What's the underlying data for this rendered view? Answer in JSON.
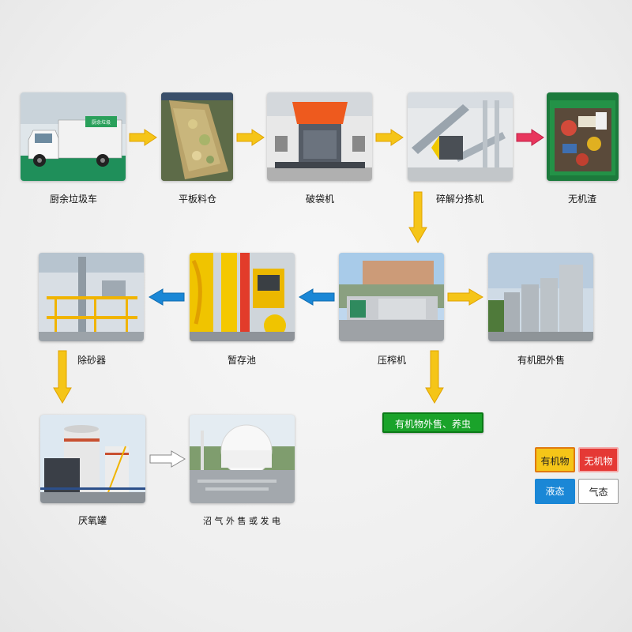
{
  "nodes": {
    "truck": {
      "label": "厨余垃圾车"
    },
    "bin": {
      "label": "平板料仓"
    },
    "bagbreaker": {
      "label": "破袋机"
    },
    "sorter": {
      "label": "碎解分拣机"
    },
    "inorganic": {
      "label": "无机渣"
    },
    "desander": {
      "label": "除砂器"
    },
    "tank": {
      "label": "暂存池"
    },
    "press": {
      "label": "压榨机"
    },
    "fertilizer": {
      "label": "有机肥外售"
    },
    "digester": {
      "label": "厌氧罐"
    },
    "biogas": {
      "label": "沼 气 外 售 或 发 电"
    }
  },
  "truck_sign": "厨余垃圾",
  "output_box": {
    "label": "有机物外售、养虫"
  },
  "legend": {
    "organic": {
      "label": "有机物",
      "color": "#f5c518",
      "border": "#e07a10"
    },
    "inorganic": {
      "label": "无机物",
      "color": "#e53935",
      "border": "#f0a0a0"
    },
    "liquid": {
      "label": "液态",
      "color": "#1a87d6"
    },
    "gas": {
      "label": "气态",
      "color": "#ffffff"
    }
  },
  "colors": {
    "arrow_yellow": "#f5c518",
    "arrow_red": "#e8365d",
    "arrow_blue": "#1a87d6",
    "arrow_white": "#ffffff"
  }
}
